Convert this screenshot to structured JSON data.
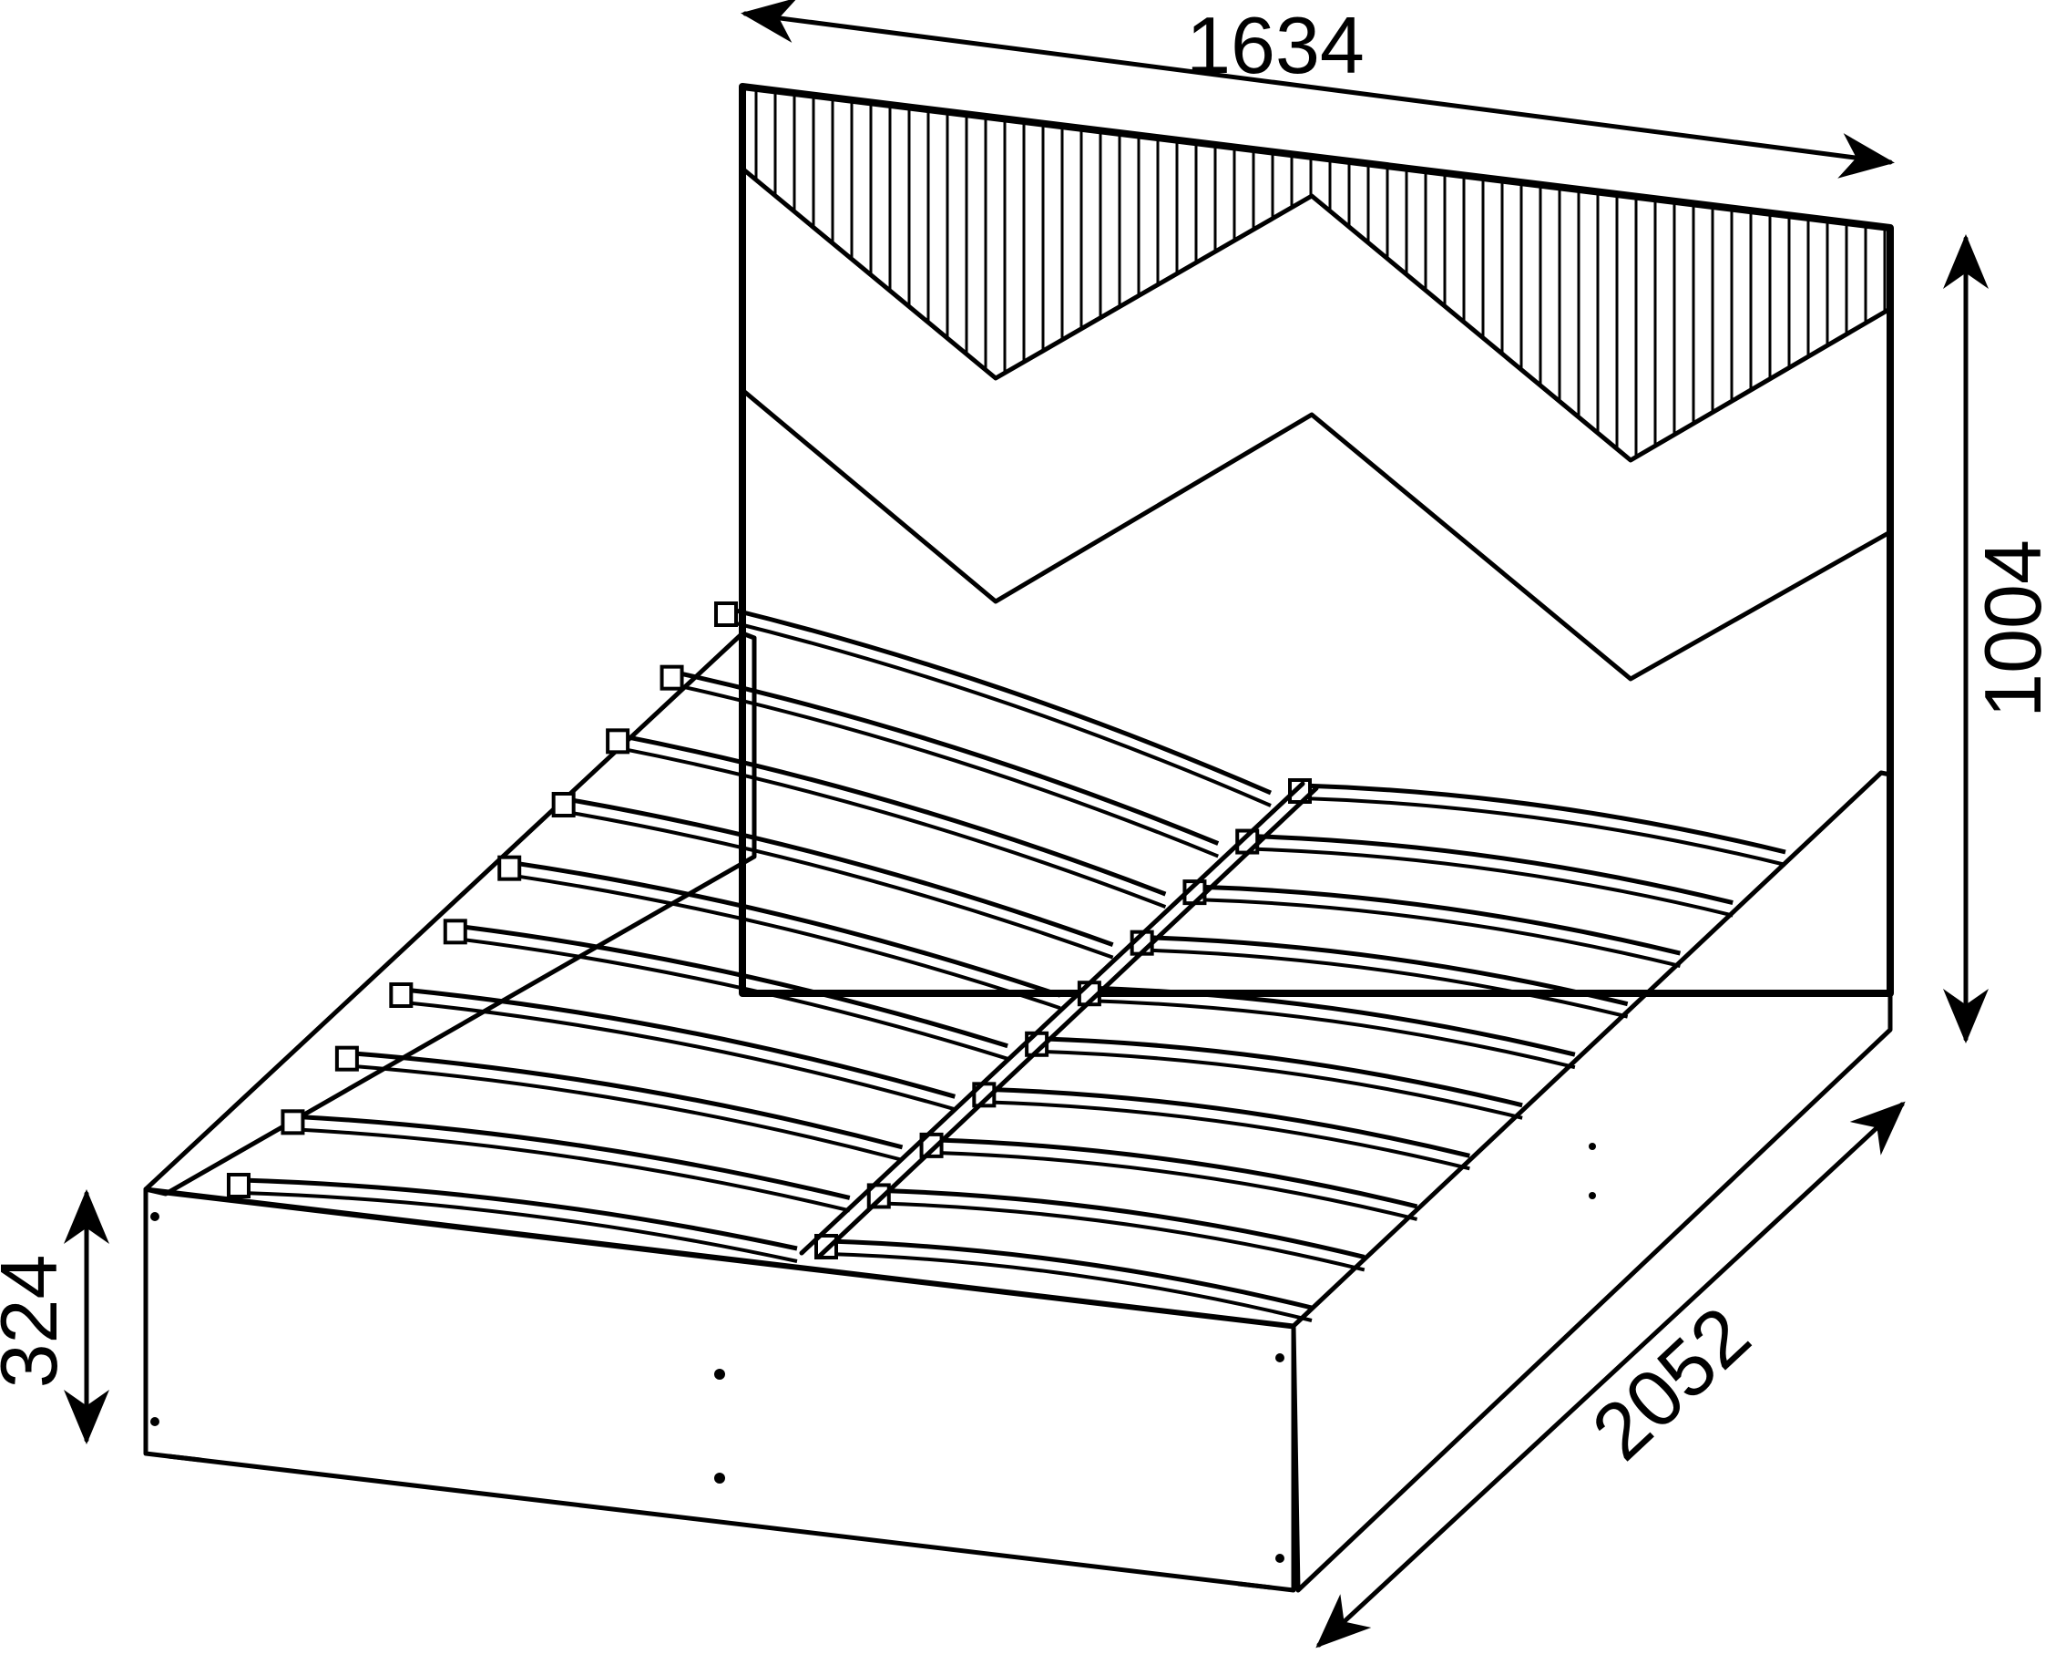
{
  "dimensions": {
    "width_label": "1634",
    "headboard_height_label": "1004",
    "frame_height_label": "324",
    "length_label": "2052"
  },
  "colors": {
    "line": "#000000",
    "background": "#ffffff"
  }
}
